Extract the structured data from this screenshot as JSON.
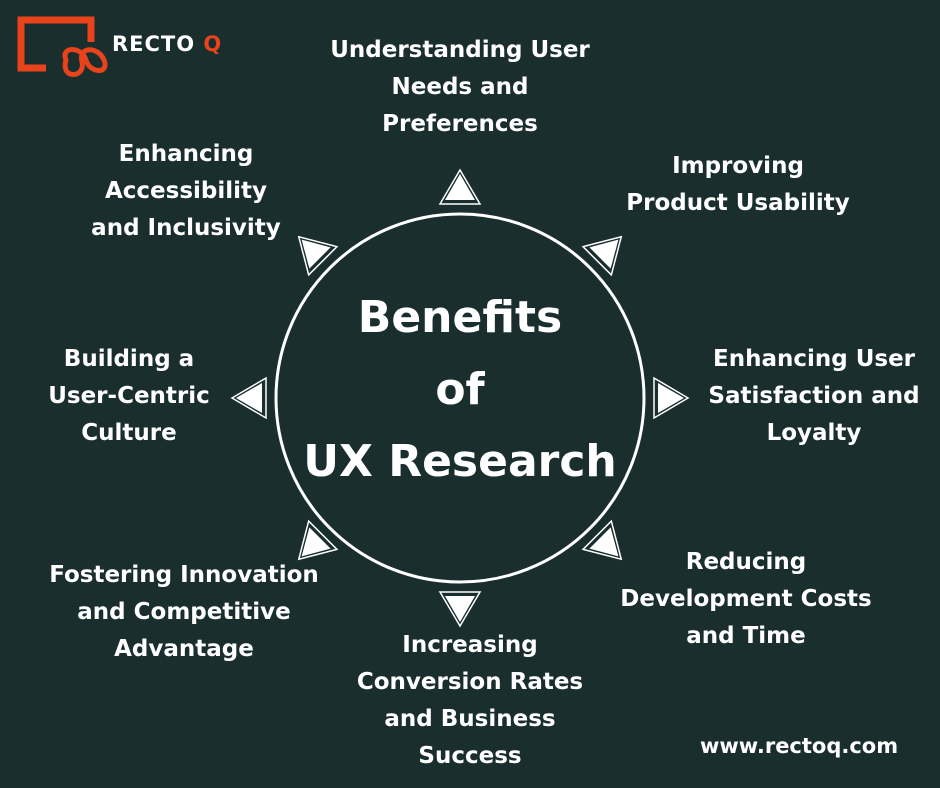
{
  "brand": {
    "name": "RECTO",
    "name_suffix": "Q",
    "accent_color": "#e8431a",
    "icon": "rectoq-logo-icon"
  },
  "center": {
    "title": "Benefits\nof\nUX Research"
  },
  "benefits": [
    "Understanding User\nNeeds and\nPreferences",
    "Improving\nProduct Usability",
    "Enhancing User\nSatisfaction and\nLoyalty",
    "Reducing\nDevelopment Costs\nand Time",
    "Increasing\nConversion Rates\nand Business\nSuccess",
    "Fostering Innovation\nand Competitive\nAdvantage",
    "Building a\nUser-Centric\nCulture",
    "Enhancing\nAccessibility\nand Inclusivity"
  ],
  "footer": {
    "website": "www.rectoq.com"
  },
  "colors": {
    "background": "#1a2e2e",
    "foreground": "#ffffff"
  }
}
